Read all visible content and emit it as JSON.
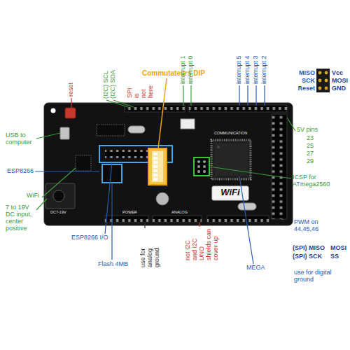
{
  "diagram": {
    "labels": [
      "reset",
      "(I2C) SCL",
      "(I2C) SDA",
      "SPI",
      "is",
      "not",
      "here",
      "Commutateurs DIP",
      "interrupt 1",
      "interrupt 0",
      "interrupt 5",
      "interrupt 4",
      "interrupt 3",
      "interrupt 2",
      "MISO",
      "SCK",
      "Reset",
      "Vcc",
      "MOSI",
      "GND",
      "5V pins",
      "23",
      "25",
      "27",
      "29",
      "USB to computer",
      "COMMUNICATION",
      "ESP8266",
      "ICSP for ATmega2560",
      "WiFi",
      "WiFi",
      "7 to 19V DC input, center positive",
      "PWM on 44,45,46",
      "(SPI) MISO",
      "MOSI",
      "(SPI) SCK",
      "SS",
      "use for digital ground",
      "POWER",
      "ANALOG",
      "ESP8266 I/O",
      "use for analog ground",
      "not I2C and I2C UNO shields can cover up",
      "Flash 4MB",
      "MEGA",
      "DC7-19V"
    ]
  }
}
